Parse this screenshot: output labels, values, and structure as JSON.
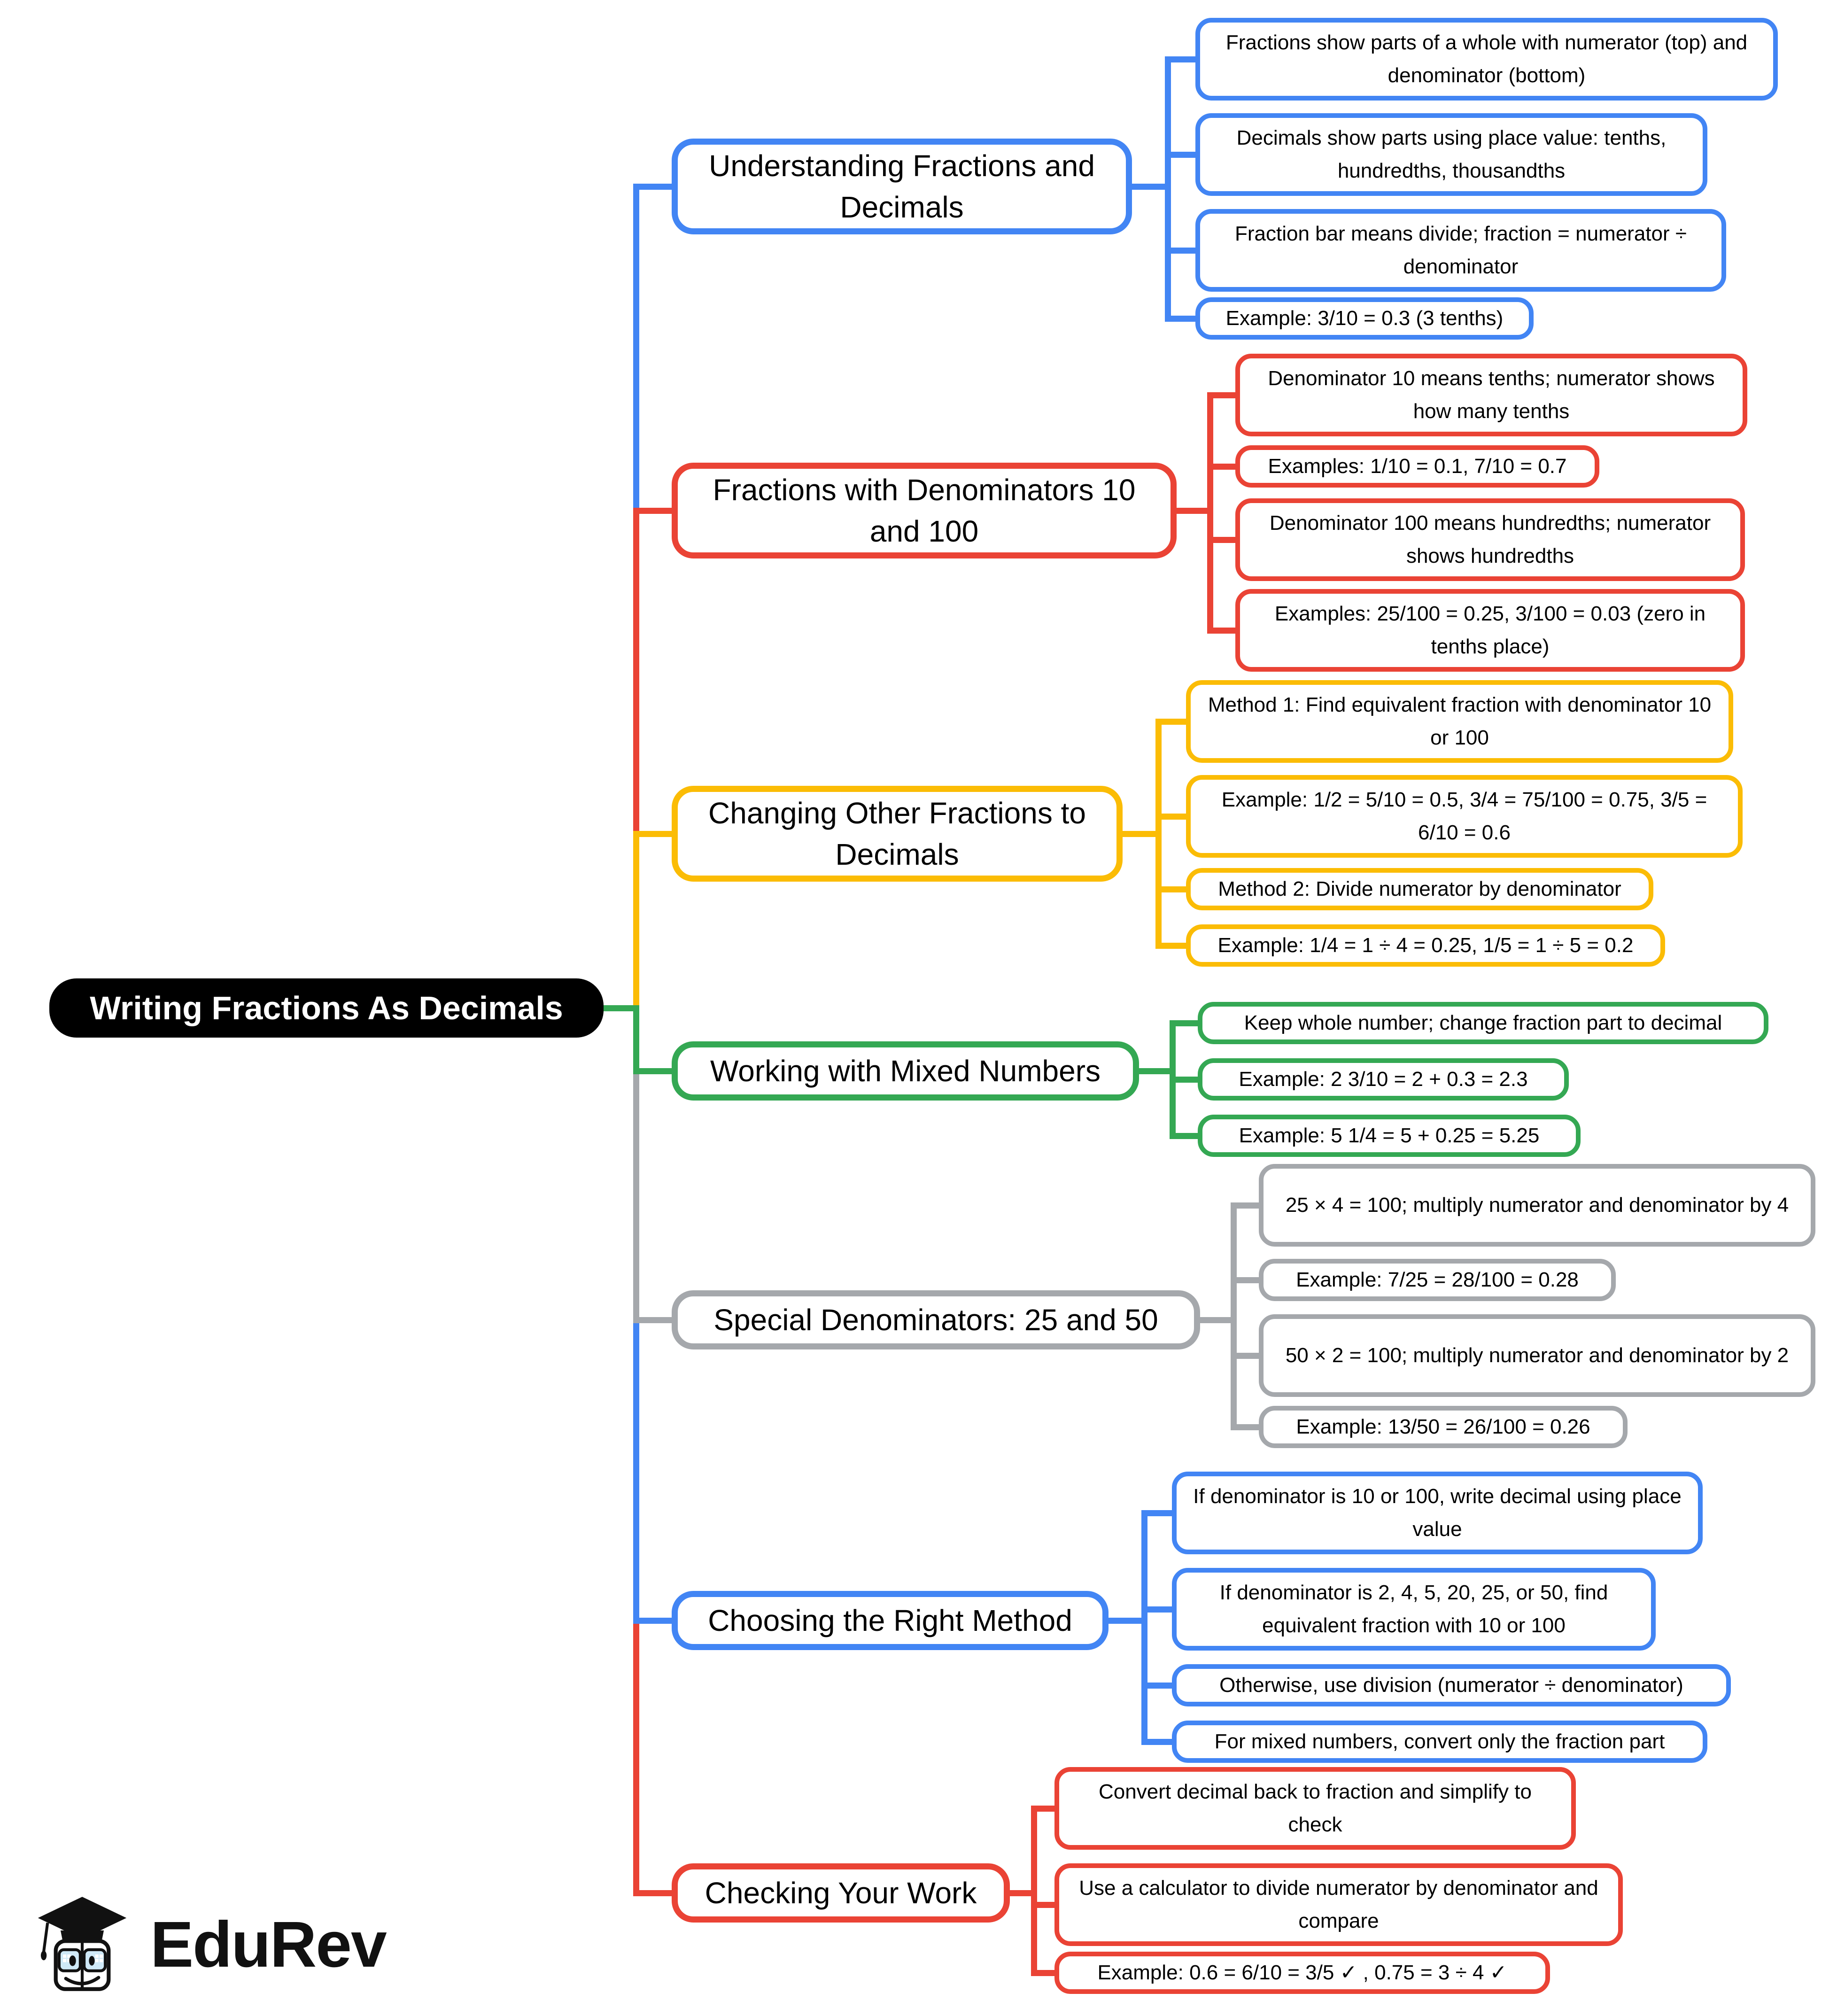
{
  "root": {
    "label": "Writing Fractions As Decimals"
  },
  "colors": {
    "blue": "#4285F4",
    "red": "#EA4335",
    "yellow": "#FBBC05",
    "green": "#34A853",
    "gray": "#A5A8AC"
  },
  "branches": [
    {
      "title": "Understanding Fractions and Decimals",
      "color": "blue",
      "leaves": [
        "Fractions show parts of a whole with numerator (top) and denominator (bottom)",
        "Decimals show parts using place value: tenths, hundredths, thousandths",
        "Fraction bar means divide; fraction = numerator ÷ denominator",
        "Example: 3/10 = 0.3 (3 tenths)"
      ]
    },
    {
      "title": "Fractions with Denominators 10 and 100",
      "color": "red",
      "leaves": [
        "Denominator 10 means tenths; numerator shows how many tenths",
        "Examples: 1/10 = 0.1, 7/10 = 0.7",
        "Denominator 100 means hundredths; numerator shows hundredths",
        "Examples: 25/100 = 0.25, 3/100 = 0.03 (zero in tenths place)"
      ]
    },
    {
      "title": "Changing Other Fractions to Decimals",
      "color": "yellow",
      "leaves": [
        "Method 1: Find equivalent fraction with denominator 10 or 100",
        "Example: 1/2 = 5/10 = 0.5, 3/4 = 75/100 = 0.75, 3/5 = 6/10 = 0.6",
        "Method 2: Divide numerator by denominator",
        "Example: 1/4 = 1 ÷ 4 = 0.25, 1/5 = 1 ÷ 5 = 0.2"
      ]
    },
    {
      "title": "Working with Mixed Numbers",
      "color": "green",
      "leaves": [
        "Keep whole number; change fraction part to decimal",
        "Example: 2 3/10 = 2 + 0.3 = 2.3",
        "Example: 5 1/4 = 5 + 0.25 = 5.25"
      ]
    },
    {
      "title": "Special Denominators: 25 and 50",
      "color": "gray",
      "leaves": [
        "25 × 4 = 100; multiply numerator and denominator by 4",
        "Example: 7/25 = 28/100 = 0.28",
        "50 × 2 = 100; multiply numerator and denominator by 2",
        "Example: 13/50 = 26/100 = 0.26"
      ]
    },
    {
      "title": "Choosing the Right Method",
      "color": "blue",
      "leaves": [
        "If denominator is 10 or 100, write decimal using place value",
        "If denominator is 2, 4, 5, 20, 25, or 50, find equivalent fraction with 10 or 100",
        "Otherwise, use division (numerator ÷ denominator)",
        "For mixed numbers, convert only the fraction part"
      ]
    },
    {
      "title": "Checking Your Work",
      "color": "red",
      "leaves": [
        "Convert decimal back to fraction and simplify to check",
        "Use a calculator to divide numerator by denominator and compare",
        "Example: 0.6 = 6/10 = 3/5 ✓ , 0.75 = 3 ÷ 4 ✓"
      ]
    }
  ],
  "logo": {
    "brand": "EduRev"
  }
}
